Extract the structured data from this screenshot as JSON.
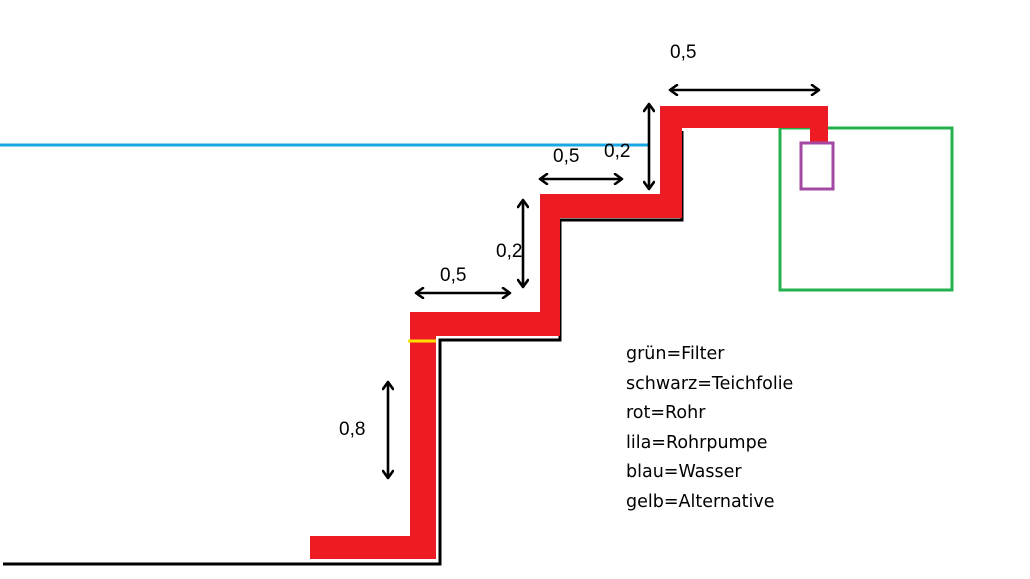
{
  "colors": {
    "water": "#1aa7e6",
    "pipe": "#ed1c24",
    "liner": "#000000",
    "filter": "#22b14c",
    "pump": "#a349a4",
    "alternative": "#ffe000"
  },
  "labels": {
    "dim_bottom_vertical": "0,8",
    "dim_step1_horizontal": "0,5",
    "dim_step1_vertical": "0,2",
    "dim_step2_horizontal": "0,5",
    "dim_step2_vertical": "0,2",
    "dim_top_horizontal": "0,5"
  },
  "legend": [
    "grün=Filter",
    "schwarz=Teichfolie",
    "rot=Rohr",
    "lila=Rohrpumpe",
    "blau=Wasser",
    "gelb=Alternative"
  ]
}
